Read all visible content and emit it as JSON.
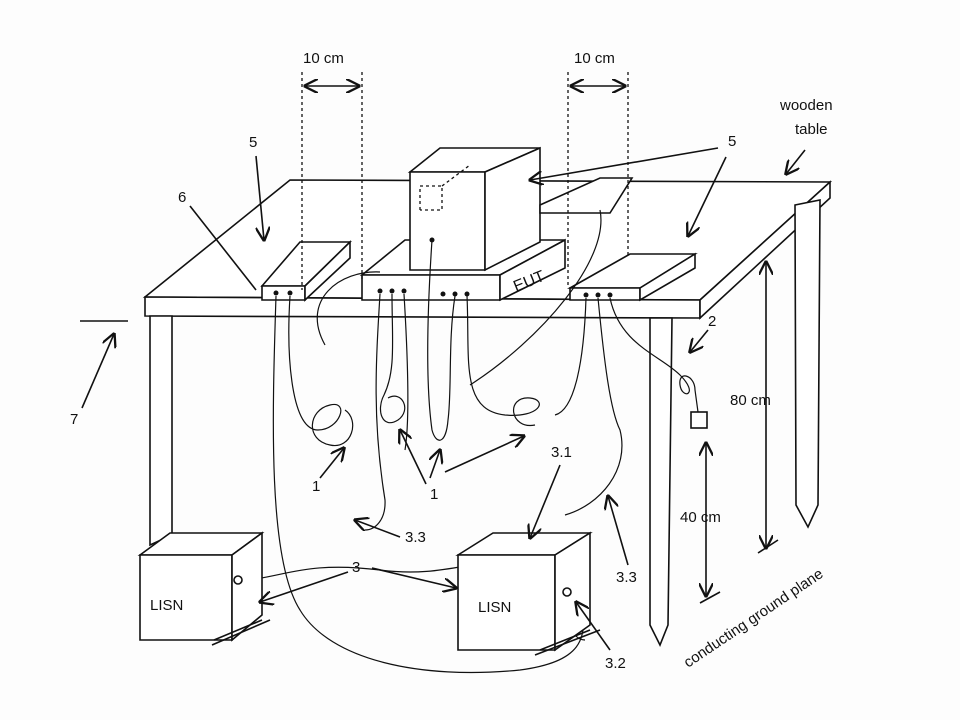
{
  "labels": {
    "gap_left": "10 cm",
    "gap_right": "10 cm",
    "wooden_table": "wooden table",
    "eut": "EUT",
    "lisn_left": "LISN",
    "lisn_right": "LISN",
    "height_table": "80 cm",
    "height_device": "40 cm",
    "ground_plane": "conducting ground plane",
    "n1a": "1",
    "n1b": "1",
    "n2": "2",
    "n3": "3",
    "n31": "3.1",
    "n32": "3.2",
    "n33a": "3.3",
    "n33b": "3.3",
    "n5a": "5",
    "n5b": "5",
    "n6": "6",
    "n7": "7"
  }
}
